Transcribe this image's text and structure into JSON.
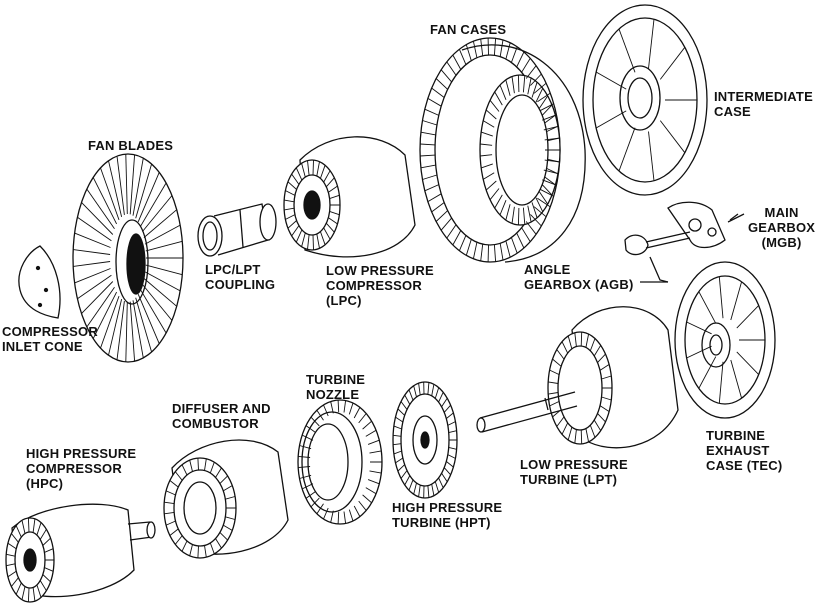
{
  "labels": {
    "fan_cases": [
      "FAN CASES"
    ],
    "intermediate_case": [
      "INTERMEDIATE",
      "CASE"
    ],
    "fan_blades": [
      "FAN BLADES"
    ],
    "main_gearbox": [
      "MAIN",
      "GEARBOX",
      "(MGB)"
    ],
    "lpc_lpt_coupling": [
      "LPC/LPT",
      "COUPLING"
    ],
    "low_pressure_compressor": [
      "LOW PRESSURE",
      "COMPRESSOR",
      "(LPC)"
    ],
    "angle_gearbox": [
      "ANGLE",
      "GEARBOX (AGB)"
    ],
    "compressor_inlet_cone": [
      "COMPRESSOR",
      "INLET CONE"
    ],
    "turbine_nozzle": [
      "TURBINE",
      "NOZZLE"
    ],
    "diffuser_combustor": [
      "DIFFUSER AND",
      "COMBUSTOR"
    ],
    "high_pressure_compressor": [
      "HIGH PRESSURE",
      "COMPRESSOR",
      "(HPC)"
    ],
    "turbine_exhaust_case": [
      "TURBINE",
      "EXHAUST",
      "CASE (TEC)"
    ],
    "low_pressure_turbine": [
      "LOW PRESSURE",
      "TURBINE (LPT)"
    ],
    "high_pressure_turbine": [
      "HIGH PRESSURE",
      "TURBINE (HPT)"
    ]
  },
  "colors": {
    "ink": "#111111",
    "paper": "#ffffff",
    "shade": "#444444"
  }
}
